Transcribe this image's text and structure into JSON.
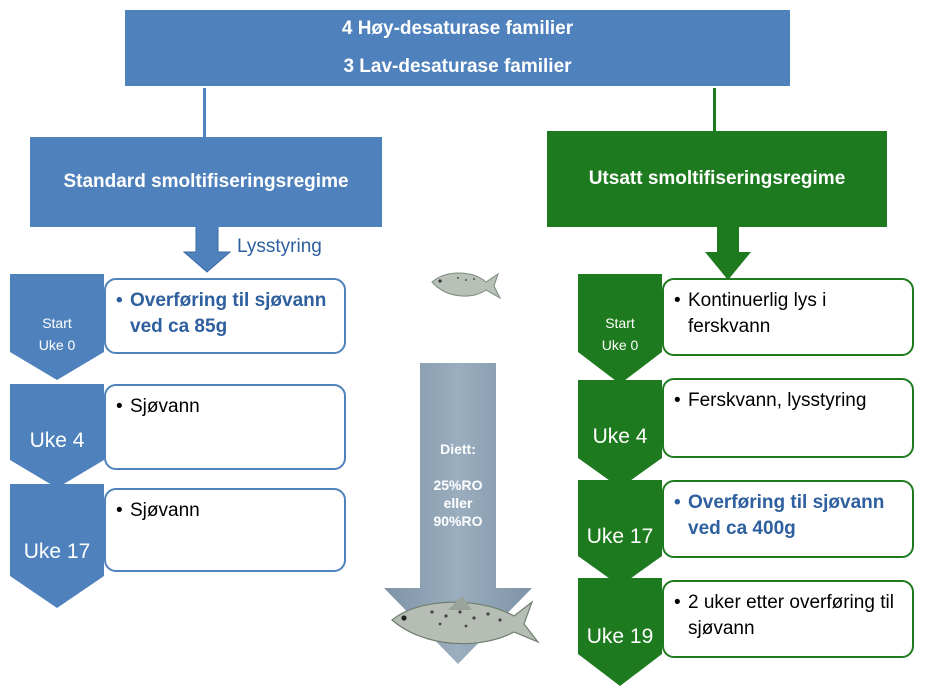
{
  "header": {
    "line1": "4 Høy-desaturase familier",
    "line2": "3 Lav-desaturase familier"
  },
  "left": {
    "title": "Standard smoltifiseringsregime",
    "arrow_label": "Lysstyring",
    "steps": [
      {
        "chevron_top": "Start",
        "chevron_bottom": "Uke 0",
        "text": "Overføring til sjøvann ved ca 85g",
        "emphasis": true
      },
      {
        "chevron_top": "",
        "chevron_bottom": "Uke 4",
        "text": "Sjøvann",
        "emphasis": false
      },
      {
        "chevron_top": "",
        "chevron_bottom": "Uke 17",
        "text": "Sjøvann",
        "emphasis": false
      }
    ]
  },
  "center": {
    "diet_label": "Diett:",
    "diet_value1": "25%RO",
    "diet_or": "eller",
    "diet_value2": "90%RO"
  },
  "right": {
    "title": "Utsatt smoltifiseringsregime",
    "steps": [
      {
        "chevron_top": "Start",
        "chevron_bottom": "Uke 0",
        "text": "Kontinuerlig lys i ferskvann",
        "emphasis": false
      },
      {
        "chevron_top": "",
        "chevron_bottom": "Uke 4",
        "text": "Ferskvann, lysstyring",
        "emphasis": false
      },
      {
        "chevron_top": "",
        "chevron_bottom": "Uke 17",
        "text": "Overføring til sjøvann ved ca 400g",
        "emphasis": true
      },
      {
        "chevron_top": "",
        "chevron_bottom": "Uke 19",
        "text": "2 uker etter overføring til sjøvann",
        "emphasis": false
      }
    ]
  },
  "colors": {
    "blue": "#4f81bd",
    "dark_blue_text": "#2e5f9e",
    "green": "#1e7a1e",
    "gray_arrow": "#8496a8"
  },
  "icons": [
    "salmon-icon-small",
    "salmon-icon-large"
  ]
}
